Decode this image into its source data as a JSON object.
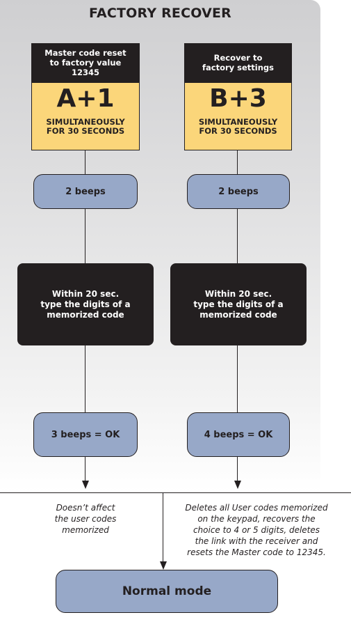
{
  "title": "FACTORY RECOVER",
  "columns": [
    {
      "header": "Master code reset\nto factory value\n12345",
      "key_combo": "A+1",
      "instruction": "SIMULTANEOUSLY\nFOR 30 SECONDS",
      "step1": "2 beeps",
      "step2": "Within 20 sec.\ntype the digits of a\nmemorized code",
      "step3": "3 beeps = OK",
      "note": "Doesn’t affect\nthe user codes\nmemorized"
    },
    {
      "header": "Recover to\nfactory settings",
      "key_combo": "B+3",
      "instruction": "SIMULTANEOUSLY\nFOR 30 SECONDS",
      "step1": "2 beeps",
      "step2": "Within 20 sec.\ntype the digits of a\nmemorized code",
      "step3": "4 beeps = OK",
      "note": "Deletes all User codes memorized\non the keypad, recovers the\nchoice to 4 or 5 digits, deletes\nthe link with the receiver and\nresets the Master code to 12345."
    }
  ],
  "final_state": "Normal mode",
  "colors": {
    "header_dark": "#231f20",
    "header_yellow": "#fbd67a",
    "step_blue": "#97a8c8",
    "panel_gray": "#d9d9da"
  }
}
